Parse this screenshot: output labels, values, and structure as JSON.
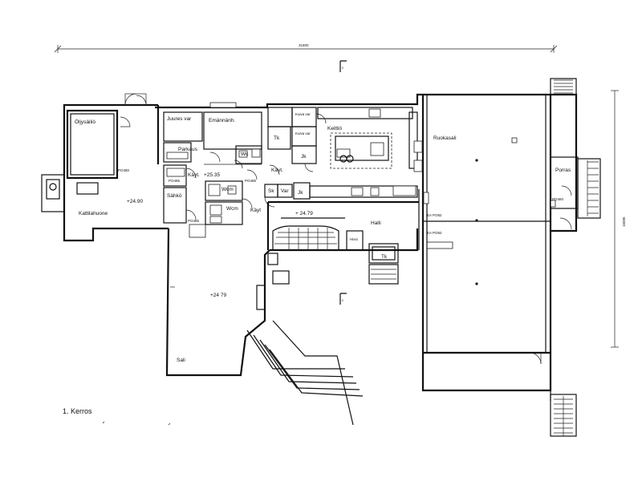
{
  "floor_title": "1. Kerros",
  "dimensions": {
    "width": "31800",
    "height": "16685"
  },
  "rooms": {
    "oljysailio": "Öljysäiliö",
    "kattilahuone": "Kattilahuone",
    "juures_var": "Juures var",
    "emannanh": "Emännänh.",
    "parkaus": "Parkaus",
    "wc": "Wc",
    "kayt1": "Käyt.",
    "sahko": "Sähkö",
    "wcm1": "Wcm",
    "wcm2": "Wcm",
    "kayt2": "Käyt",
    "kayt3": "Käyt.",
    "kuivavar1": "Kuiva var",
    "kuivavar2": "Kuiva var",
    "tk1": "Tk",
    "jk1": "Jk",
    "keittio": "Keittiö",
    "sk": "Sk",
    "var": "Var",
    "jk2": "Jk",
    "halli": "Halli",
    "hissi": "Hissi",
    "tk2": "Tk",
    "ruokasali": "Ruokasali",
    "porras": "Porras",
    "sali": "Sali"
  },
  "levels": {
    "kattilahuone": "+24.90",
    "kayt": "+25.35",
    "halli": "+ 24.79",
    "sali": "+24 79"
  },
  "openings": {
    "po1": "PO480",
    "po2": "PO485",
    "po3": "PO485",
    "po4": "PO485",
    "po5": "PO460",
    "po6": "EA PO82",
    "po7": "EA PO82"
  }
}
